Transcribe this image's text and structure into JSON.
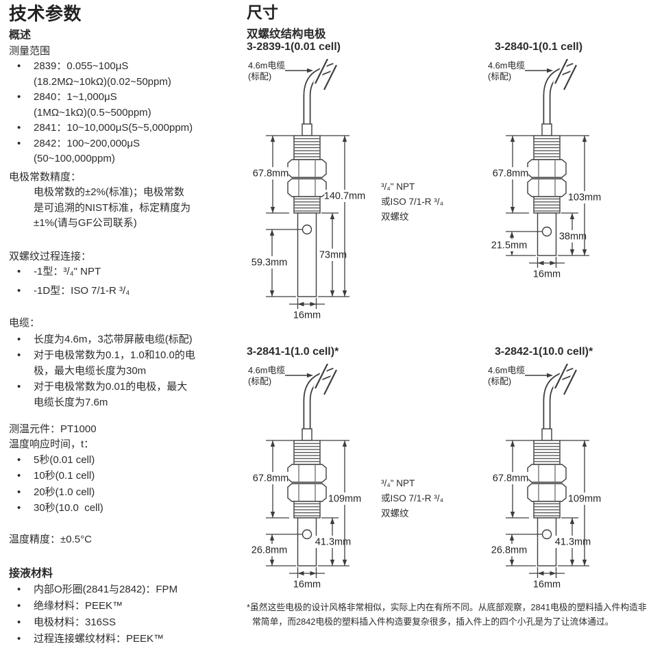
{
  "page": {
    "background": "#ffffff",
    "ink": "#2b2b2b",
    "line_color": "#3d3d3d"
  },
  "tech": {
    "title": "技术参数",
    "overview_heading": "概述",
    "range_label": "测量范围",
    "range_items": [
      "2839：0.055~100μS\n(18.2MΩ~10kΩ)(0.02~50ppm)",
      "2840：1~1,000μS\n(1MΩ~1kΩ)(0.5~500ppm)",
      "2841：10~10,000μS(5~5,000ppm)",
      "2842：100~200,000μS\n(50~100,000ppm)"
    ],
    "constant_heading": "电极常数精度：",
    "constant_body": "电极常数的±2%(标准)；电极常数\n是可追溯的NIST标准，标定精度为\n±1%(请与GF公司联系)",
    "thread_heading": "双螺纹过程连接：",
    "thread_items": [
      "-1型：³/₄\" NPT",
      "-1D型：ISO 7/1-R ³/₄"
    ],
    "cable_heading": "电缆：",
    "cable_items": [
      "长度为4.6m，3芯带屏蔽电缆(标配)",
      "对于电极常数为0.1，1.0和10.0的电\n极，最大电缆长度为30m",
      "对于电极常数为0.01的电极，最大\n电缆长度为7.6m"
    ],
    "temp_sensor": "测温元件：PT1000",
    "temp_response_heading": "温度响应时间，t：",
    "temp_items": [
      "5秒(0.01 cell)",
      "10秒(0.1 cell)",
      "20秒(1.0 cell)",
      "30秒(10.0  cell)"
    ],
    "temp_accuracy": "温度精度：±0.5°C",
    "materials_heading": "接液材料",
    "material_items": [
      "内部O形圈(2841与2842)：FPM",
      "绝缘材料：PEEK™",
      "电极材料：316SS",
      "过程连接螺纹材料：PEEK™"
    ]
  },
  "dims": {
    "title": "尺寸",
    "subtitle": "双螺纹结构电极",
    "cable_label_line1": "4.6m电缆",
    "cable_label_line2": "(标配)",
    "thread_note_lines": [
      "³/₄\" NPT",
      "或ISO 7/1-R ³/₄",
      "双螺纹"
    ],
    "diagrams": [
      {
        "title": "3-2839-1(0.01 cell)",
        "dims": {
          "thread": "67.8mm",
          "total": "140.7mm",
          "hole": "59.3mm",
          "shaft": "73mm",
          "width": "16mm"
        }
      },
      {
        "title": "3-2840-1(0.1 cell)",
        "dims": {
          "thread": "67.8mm",
          "total": "103mm",
          "hole": "21.5mm",
          "shaft": "38mm",
          "width": "16mm"
        }
      },
      {
        "title": "3-2841-1(1.0 cell)*",
        "dims": {
          "thread": "67.8mm",
          "total": "109mm",
          "hole": "26.8mm",
          "shaft": "41.3mm",
          "width": "16mm"
        }
      },
      {
        "title": "3-2842-1(10.0 cell)*",
        "dims": {
          "thread": "67.8mm",
          "total": "109mm",
          "hole": "26.8mm",
          "shaft": "41.3mm",
          "width": "16mm"
        }
      }
    ],
    "footnote": "*虽然这些电极的设计风格非常相似，实际上内在有所不同。从底部观察，2841电极的塑料插入件构造非常简单，而2842电极的塑料插入件构造要复杂很多，插入件上的四个小孔是为了让流体通过。"
  }
}
